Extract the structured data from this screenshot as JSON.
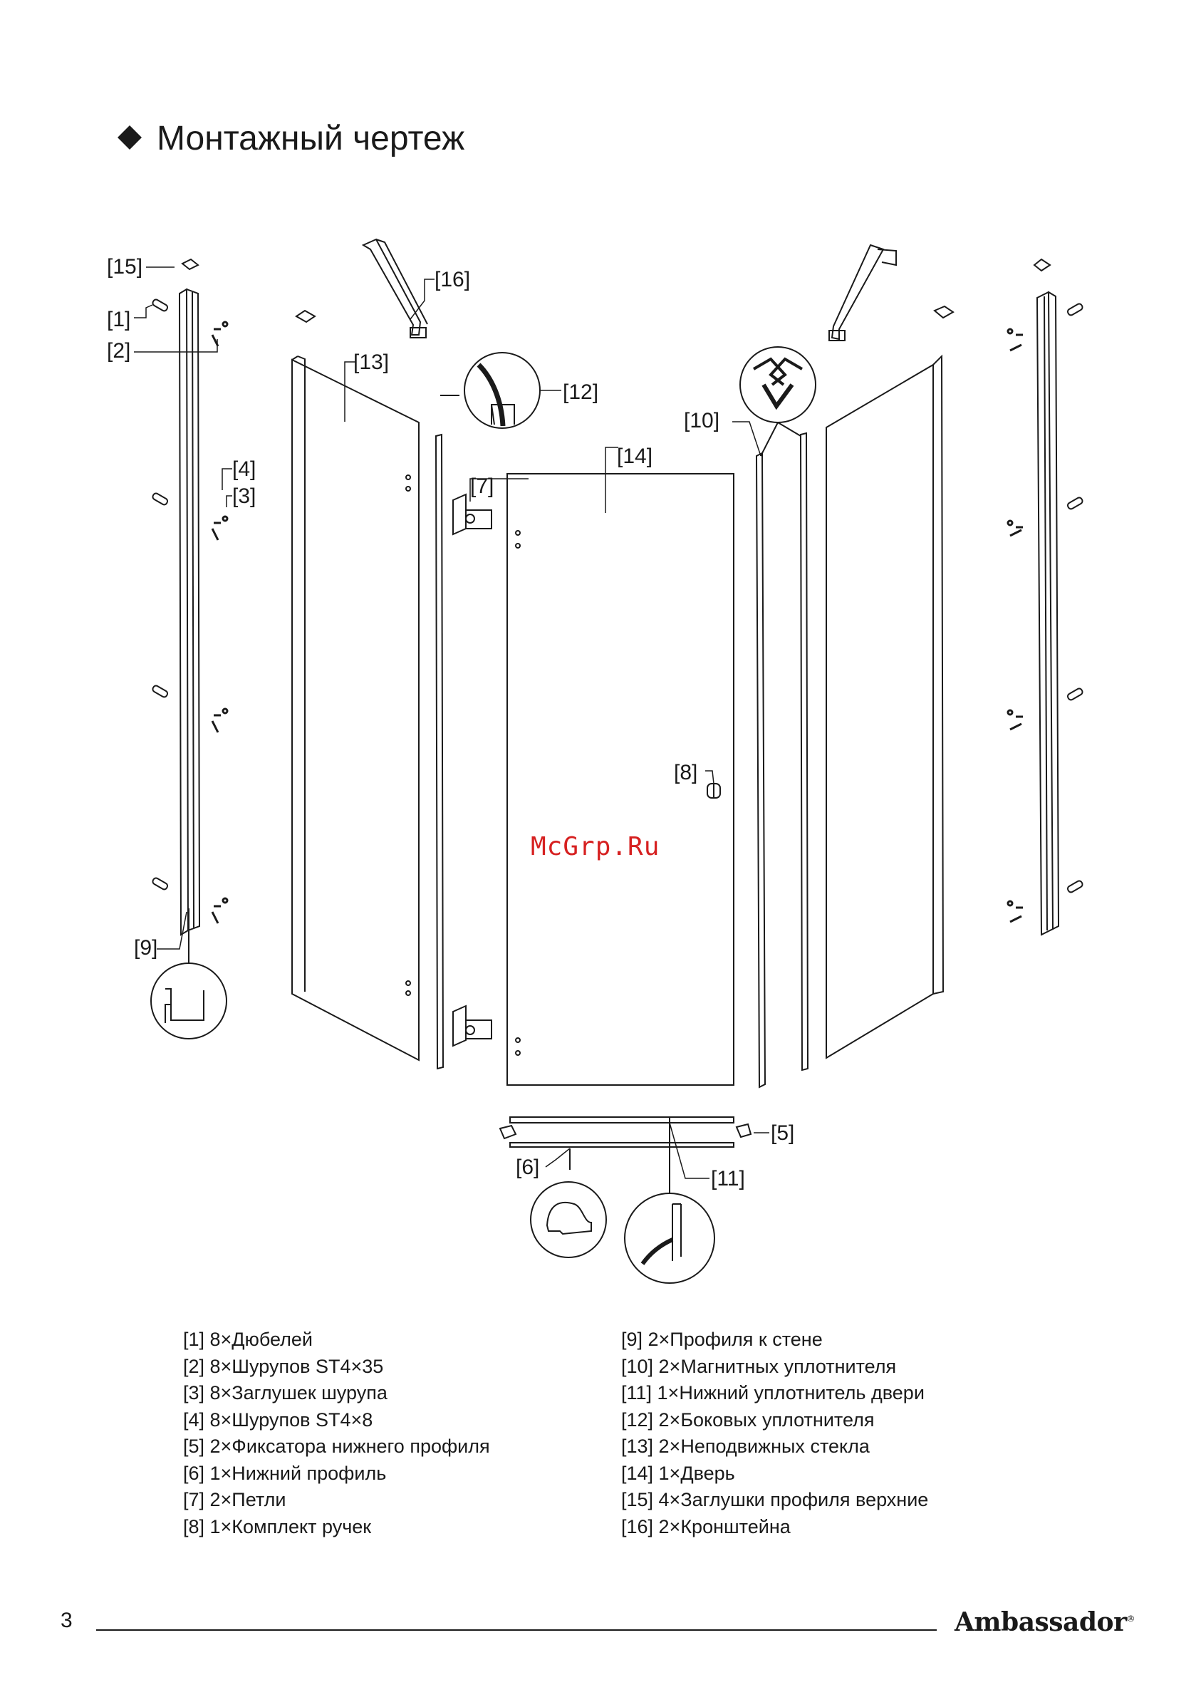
{
  "title": "Монтажный чертеж",
  "watermark": "McGrp.Ru",
  "callouts": {
    "c1": "[1]",
    "c2": "[2]",
    "c3": "[3]",
    "c4": "[4]",
    "c5": "[5]",
    "c6": "[6]",
    "c7": "[7]",
    "c8": "[8]",
    "c9": "[9]",
    "c10": "[10]",
    "c11": "[11]",
    "c12": "[12]",
    "c13": "[13]",
    "c14": "[14]",
    "c15": "[15]",
    "c16": "[16]"
  },
  "parts_left": [
    "[1] 8×Дюбелей",
    "[2] 8×Шурупов ST4×35",
    "[3] 8×Заглушек шурупа",
    "[4] 8×Шурупов ST4×8",
    "[5] 2×Фиксатора нижнего профиля",
    "[6] 1×Нижний профиль",
    "[7] 2×Петли",
    "[8] 1×Комплект ручек"
  ],
  "parts_right": [
    "[9] 2×Профиля к стене",
    "[10] 2×Магнитных уплотнителя",
    "[11] 1×Нижний уплотнитель двери",
    "[12] 2×Боковых уплотнителя",
    "[13] 2×Неподвижных стекла",
    "[14] 1×Дверь",
    "[15] 4×Заглушки профиля верхние",
    "[16] 2×Кронштейна"
  ],
  "footer": {
    "page_number": "3",
    "brand": "Ambassador",
    "brand_mark": "®"
  },
  "colors": {
    "ink": "#1a1a1a",
    "watermark": "#d62020"
  }
}
